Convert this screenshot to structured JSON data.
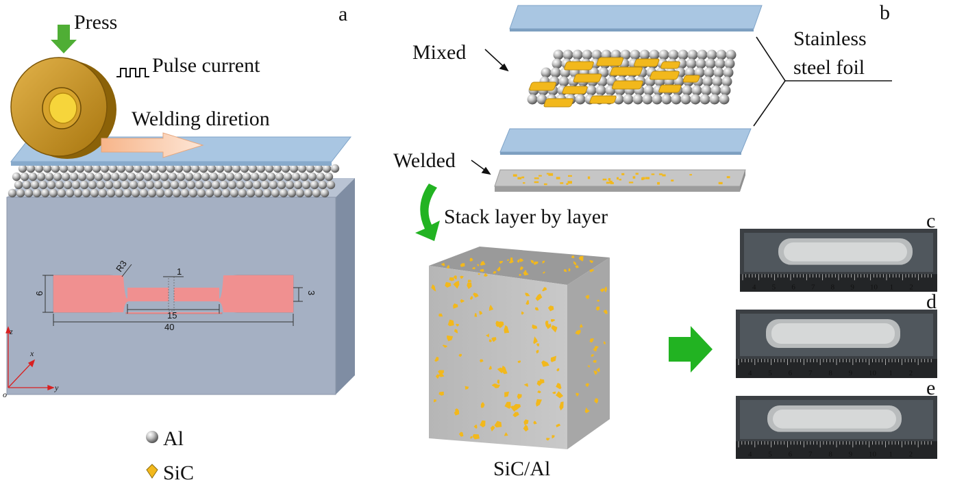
{
  "panels": {
    "a": "a",
    "b": "b",
    "c": "c",
    "d": "d",
    "e": "e"
  },
  "labels": {
    "press": "Press",
    "pulse_current": "Pulse current",
    "welding_direction": "Welding diretion",
    "mixed": "Mixed",
    "welded": "Welded",
    "stainless_line1": "Stainless",
    "stainless_line2": "steel foil",
    "stack": "Stack layer by layer",
    "composite": "SiC/Al"
  },
  "legend": [
    {
      "icon": "al-sphere-icon",
      "label": "Al"
    },
    {
      "icon": "sic-crystal-icon",
      "label": "SiC"
    }
  ],
  "specimen_dimensions": {
    "radius": "R3",
    "gauge_width": "1",
    "height": "6",
    "thickness": "3",
    "gauge_length": "15",
    "total_length": "40"
  },
  "axes": {
    "z": "z",
    "x": "x",
    "y": "y",
    "origin": "o"
  },
  "ruler_numbers": [
    "4",
    "5",
    "6",
    "7",
    "8",
    "9",
    "10",
    "1",
    "2"
  ],
  "colors": {
    "foil": "#a9c6e2",
    "block": "#a5b0c3",
    "specimen": "#f09090",
    "sic": "#f2b81c",
    "arrow_green": "#22b322",
    "roller": "#c8961e"
  }
}
